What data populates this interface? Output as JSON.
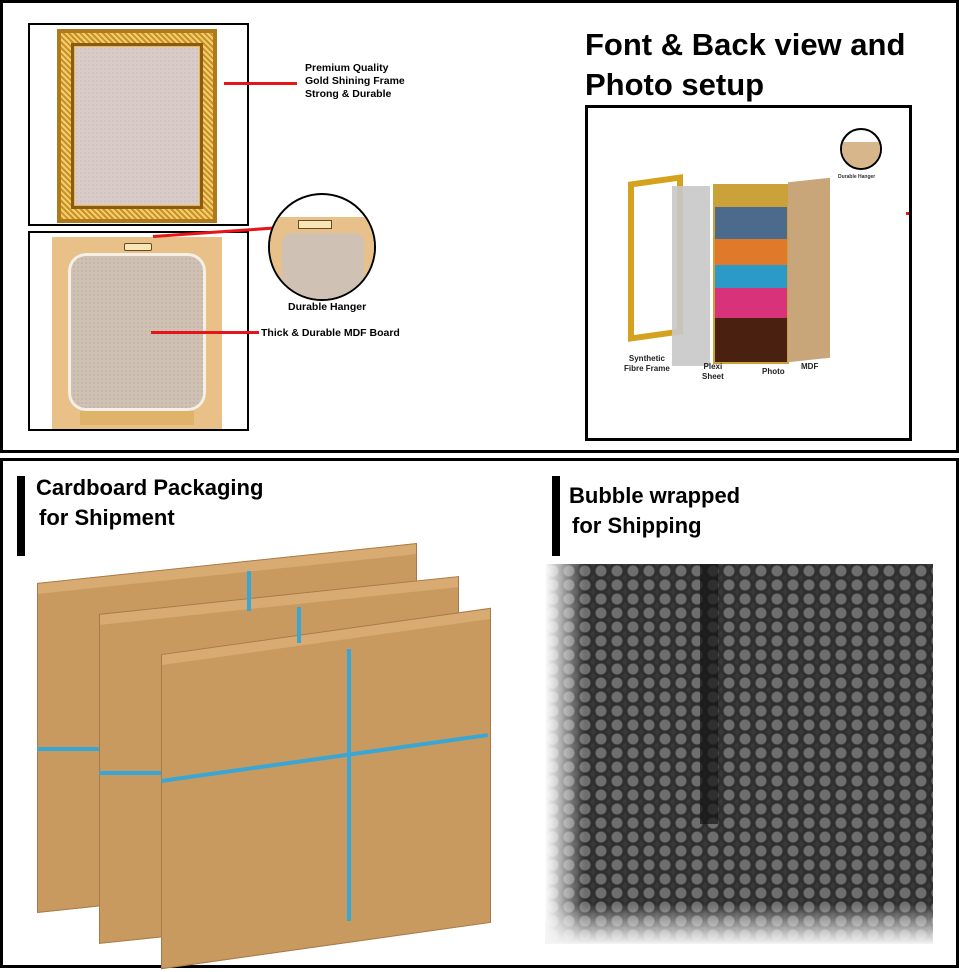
{
  "top_panel": {
    "front_view": {
      "callout_lines": [
        "Premium Quality",
        "Gold Shining Frame",
        "Strong & Durable"
      ]
    },
    "back_view": {
      "hanger_label": "Durable Hanger",
      "mdf_label": "Thick & Durable MDF Board"
    },
    "setup": {
      "heading_line1": "Font & Back view and",
      "heading_line2": "Photo setup",
      "layers": [
        {
          "line1": "Synthetic",
          "line2": "Fibre Frame"
        },
        {
          "line1": "Plexi",
          "line2": "Sheet"
        },
        {
          "line1": "Photo",
          "line2": ""
        },
        {
          "line1": "MDF",
          "line2": ""
        }
      ],
      "mini_hanger_label": "Durable Hanger"
    },
    "accent_color": "#e8141b"
  },
  "bottom_panel": {
    "cardboard": {
      "heading_line1": "Cardboard Packaging",
      "heading_line2": "for Shipment",
      "strap_color": "#3aa6d4",
      "carton_color": "#c99a5f"
    },
    "bubble": {
      "heading_line1": "Bubble wrapped",
      "heading_line2": "for Shipping"
    }
  }
}
